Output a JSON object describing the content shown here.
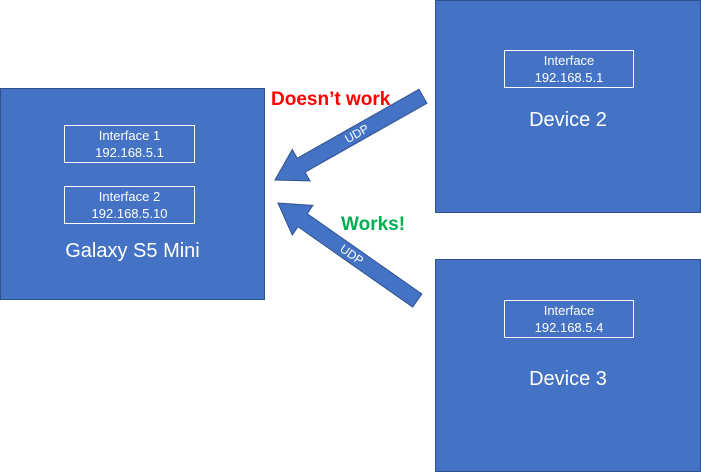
{
  "galaxy": {
    "label": "Galaxy S5 Mini",
    "interfaces": [
      {
        "name": "Interface 1",
        "ip": "192.168.5.1"
      },
      {
        "name": "Interface 2",
        "ip": "192.168.5.10"
      }
    ]
  },
  "device2": {
    "label": "Device 2",
    "interface": {
      "name": "Interface",
      "ip": "192.168.5.1"
    }
  },
  "device3": {
    "label": "Device 3",
    "interface": {
      "name": "Interface",
      "ip": "192.168.5.4"
    }
  },
  "links": [
    {
      "protocol": "UDP",
      "status": "Doesn’t work",
      "status_color": "#ff0000"
    },
    {
      "protocol": "UDP",
      "status": "Works!",
      "status_color": "#00b050"
    }
  ],
  "colors": {
    "box_fill": "#4472c4",
    "box_border": "#2f528f"
  }
}
